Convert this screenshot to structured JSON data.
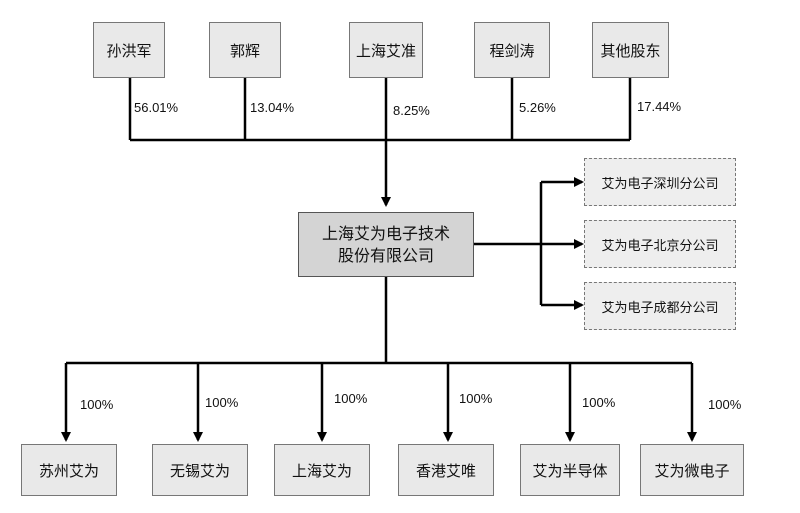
{
  "shareholders": [
    {
      "name": "孙洪军",
      "pct": "56.01%"
    },
    {
      "name": "郭辉",
      "pct": "13.04%"
    },
    {
      "name": "上海艾准",
      "pct": "8.25%"
    },
    {
      "name": "程剑涛",
      "pct": "5.26%"
    },
    {
      "name": "其他股东",
      "pct": "17.44%"
    }
  ],
  "company": {
    "line1": "上海艾为电子技术",
    "line2": "股份有限公司"
  },
  "branches": [
    "艾为电子深圳分公司",
    "艾为电子北京分公司",
    "艾为电子成都分公司"
  ],
  "subsidiaries": [
    {
      "name": "苏州艾为",
      "pct": "100%"
    },
    {
      "name": "无锡艾为",
      "pct": "100%"
    },
    {
      "name": "上海艾为",
      "pct": "100%"
    },
    {
      "name": "香港艾唯",
      "pct": "100%"
    },
    {
      "name": "艾为半导体",
      "pct": "100%"
    },
    {
      "name": "艾为微电子",
      "pct": "100%"
    }
  ],
  "colors": {
    "line": "#000000",
    "box_fill": "#e9e9e9",
    "main_fill": "#d4d4d4"
  }
}
